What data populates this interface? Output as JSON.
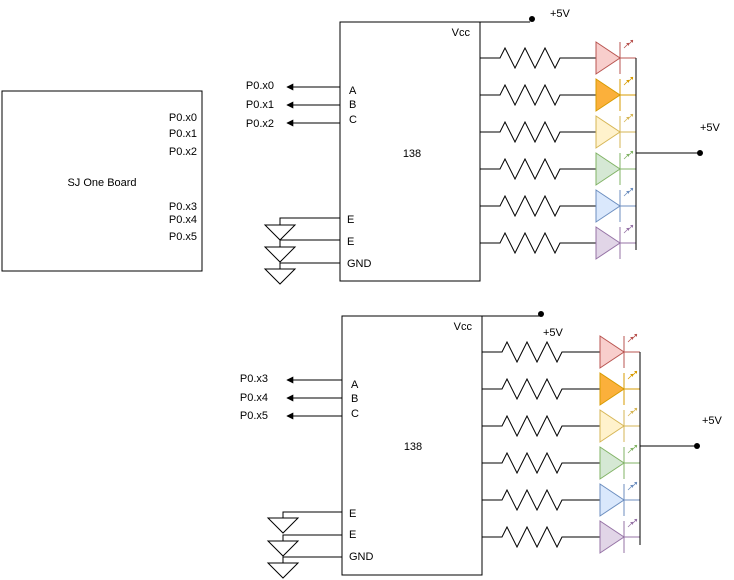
{
  "board": {
    "label": "SJ One Board",
    "pins_top": [
      "P0.x0",
      "P0.x1",
      "P0.x2"
    ],
    "pins_bottom": [
      "P0.x3",
      "P0.x4",
      "P0.x5"
    ]
  },
  "decoders": [
    {
      "part": "138",
      "vcc": "Vcc",
      "inputs": [
        "A",
        "B",
        "C"
      ],
      "enables": [
        "E",
        "E"
      ],
      "gnd": "GND",
      "signals": [
        "P0.x0",
        "P0.x1",
        "P0.x2"
      ],
      "supply_label": "+5V",
      "led_supply_label": "+5V"
    },
    {
      "part": "138",
      "vcc": "Vcc",
      "inputs": [
        "A",
        "B",
        "C"
      ],
      "enables": [
        "E",
        "E"
      ],
      "gnd": "GND",
      "signals": [
        "P0.x3",
        "P0.x4",
        "P0.x5"
      ],
      "supply_label": "+5V",
      "led_supply_label": "+5V"
    }
  ],
  "led_colors": [
    {
      "name": "red",
      "fill": "#f8cecc",
      "stroke": "#b85450"
    },
    {
      "name": "orange",
      "fill": "#fbb03b",
      "stroke": "#d79b00"
    },
    {
      "name": "yellow",
      "fill": "#fff2cc",
      "stroke": "#d6b656"
    },
    {
      "name": "green",
      "fill": "#d5e8d4",
      "stroke": "#82b366"
    },
    {
      "name": "blue",
      "fill": "#dae8fc",
      "stroke": "#6c8ebf"
    },
    {
      "name": "purple",
      "fill": "#e1d5e7",
      "stroke": "#9673a6"
    }
  ]
}
